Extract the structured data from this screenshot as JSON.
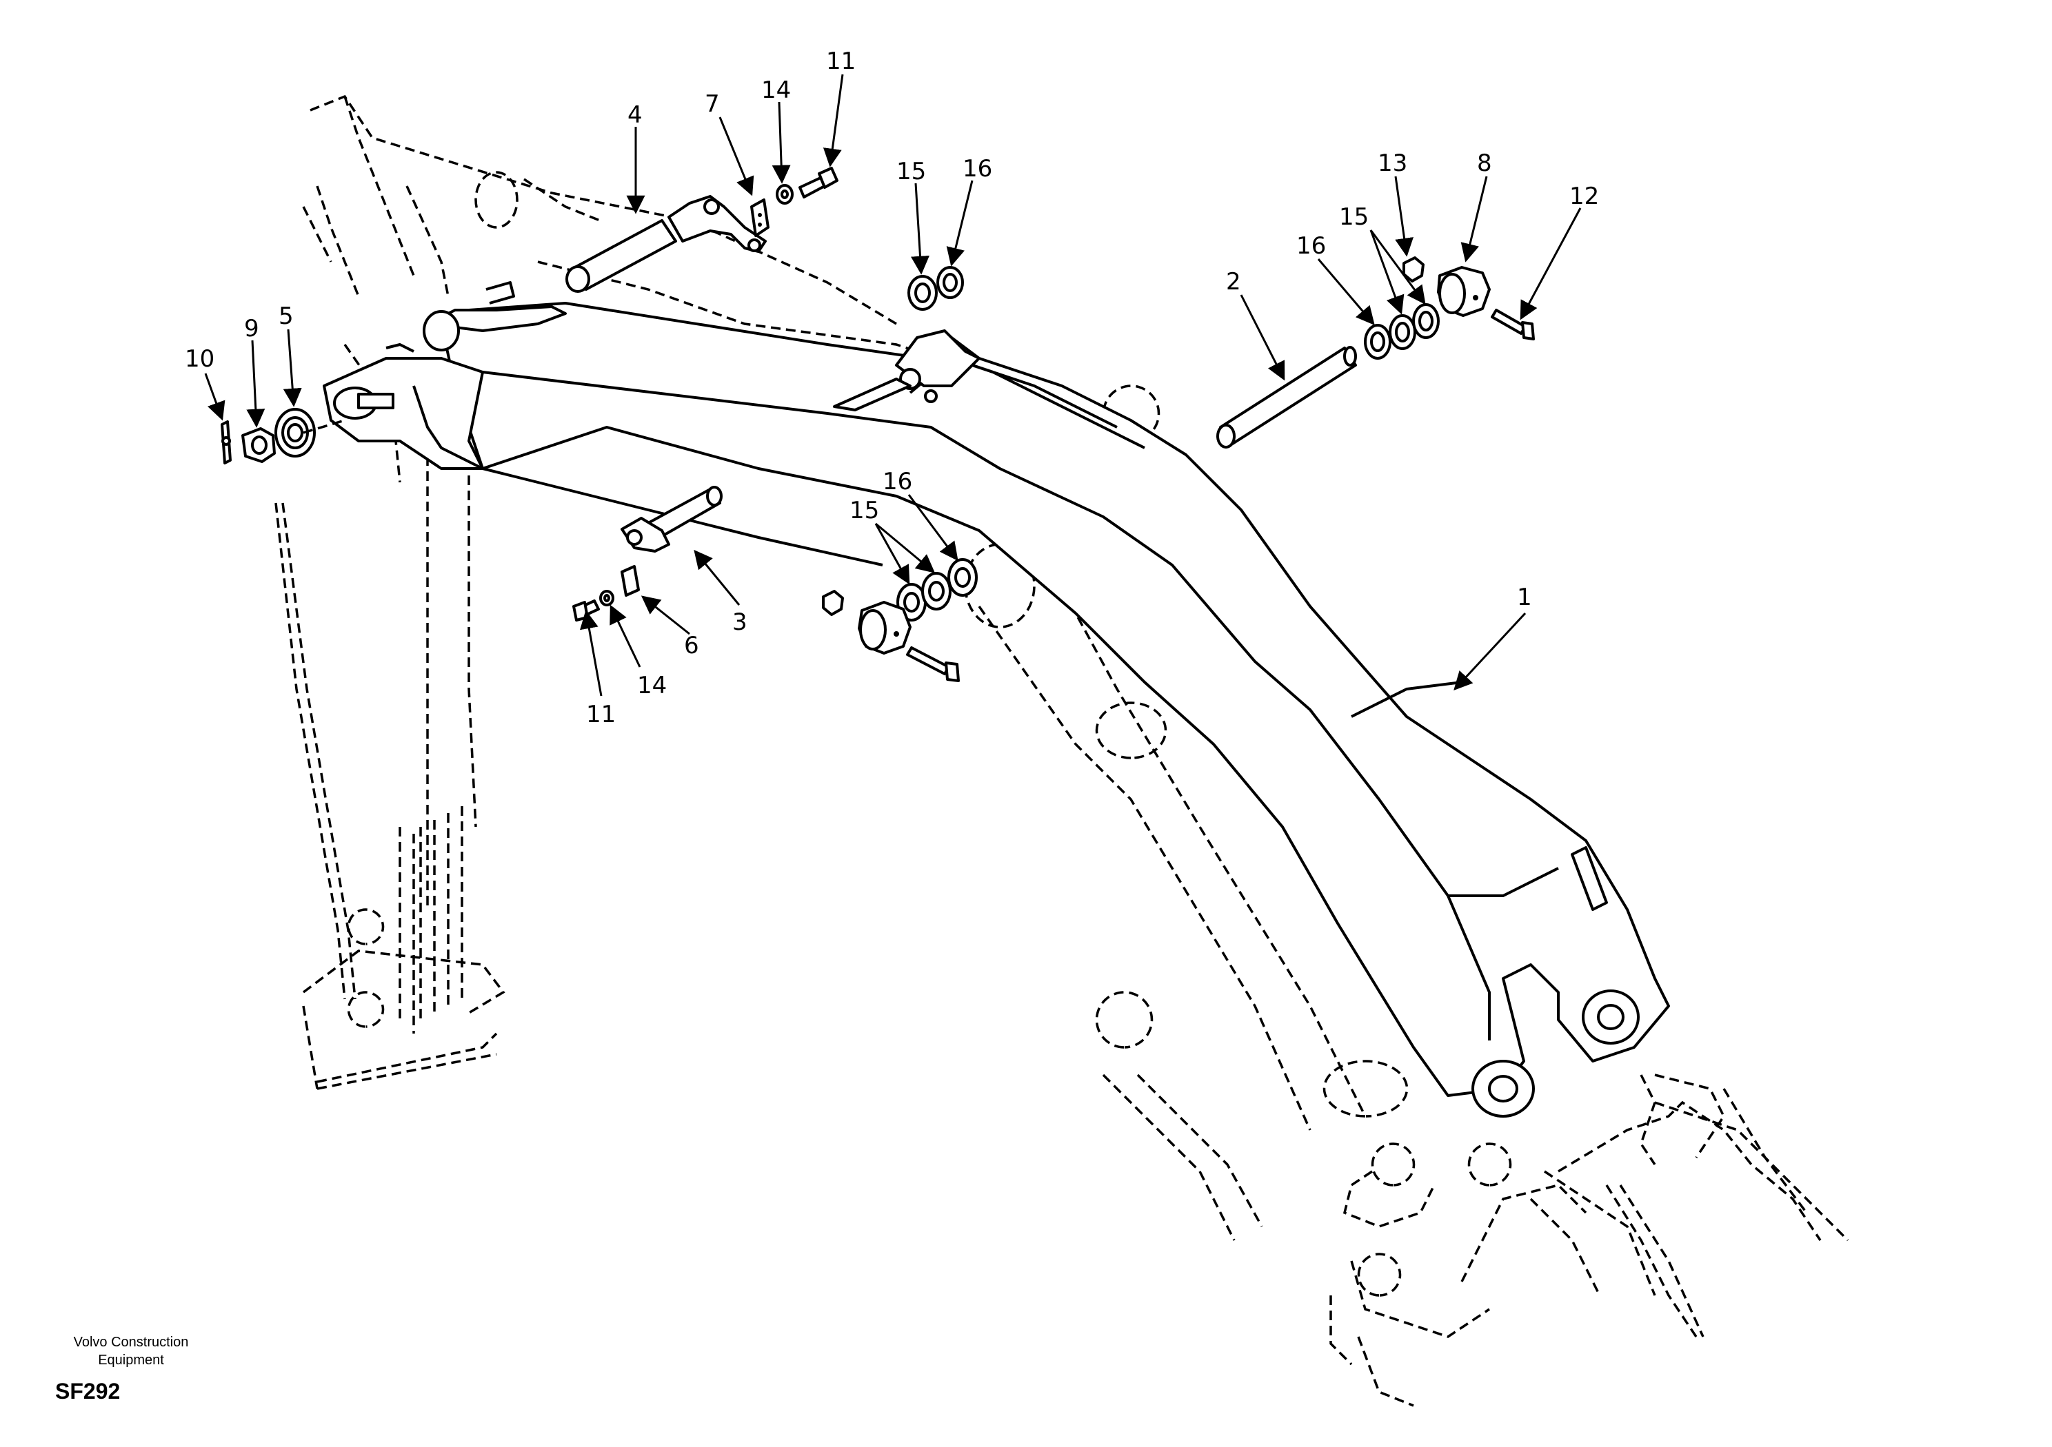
{
  "callouts": [
    "1",
    "2",
    "3",
    "4",
    "5",
    "6",
    "7",
    "8",
    "9",
    "10",
    "11",
    "11",
    "12",
    "13",
    "14",
    "14",
    "15",
    "15",
    "15",
    "16",
    "16",
    "16"
  ],
  "footer": {
    "maker_line1": "Volvo Construction",
    "maker_line2": "Equipment",
    "code": "SF292"
  }
}
